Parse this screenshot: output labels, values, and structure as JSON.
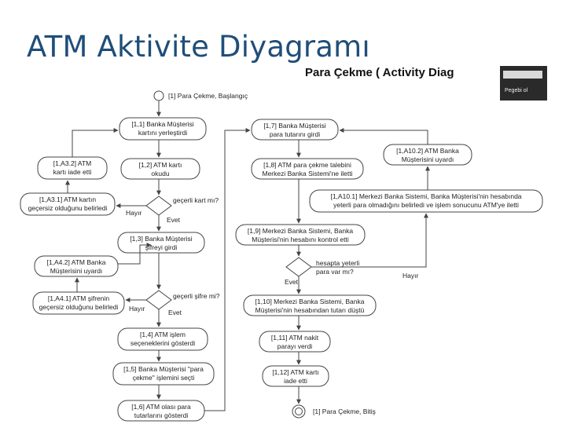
{
  "slide": {
    "title": "ATM Aktivite Diyagramı",
    "diagram_title": "Para Çekme ( Activity Diag",
    "thumbnail_label": "Pegebi ol"
  },
  "nodes": {
    "start": "[1] Para Çekme, Başlangıç",
    "n11a": "[1,1] Banka Müşterisi",
    "n11b": "kartını yerleştirdi",
    "n12a": "[1,2] ATM kartı",
    "n12b": "okudu",
    "a32a": "[1,A3.2] ATM",
    "a32b": "kartı iade etti",
    "a31a": "[1,A3.1] ATM kartın",
    "a31b": "geçersiz olduğunu belirledi",
    "g1": "geçerli kart mı?",
    "g1_no": "Hayır",
    "g1_yes": "Evet",
    "n13a": "[1,3] Banka Müşterisi",
    "n13b": "şifreyi girdi",
    "a42a": "[1,A4.2] ATM Banka",
    "a42b": "Müşterisini uyardı",
    "a41a": "[1,A4.1] ATM şifrenin",
    "a41b": "geçersiz olduğunu belirledi",
    "g2": "geçerli şifre mi?",
    "g2_no": "Hayır",
    "g2_yes": "Evet",
    "n14a": "[1,4] ATM işlem",
    "n14b": "seçeneklerini gösterdi",
    "n15a": "[1,5] Banka Müşterisi \"para",
    "n15b": "çekme\" işlemini seçti",
    "n16a": "[1,6] ATM olası para",
    "n16b": "tutarlarını gösterdi",
    "n17a": "[1,7] Banka Müşterisi",
    "n17b": "para tutarını girdi",
    "n18a": "[1,8] ATM para çekme talebini",
    "n18b": "Merkezi Banka Sistemi'ne iletti",
    "a102a": "[1,A10.2] ATM Banka",
    "a102b": "Müşterisini uyardı",
    "a101a": "[1,A10.1] Merkezi Banka Sistemi, Banka Müşterisi'nin hesabında",
    "a101b": "yeterli para olmadığını belirledi ve işlem sonucunu ATM'ye iletti",
    "n19a": "[1,9] Merkezi Banka Sistemi, Banka",
    "n19b": "Müşterisi'nin hesabını kontrol etti",
    "g3a": "hesapta yeterli",
    "g3b": "para var mı?",
    "g3_yes": "Evet",
    "g3_no": "Hayır",
    "n110a": "[1,10] Merkezi Banka Sistemi, Banka",
    "n110b": "Müşterisi'nin hesabından tutarı düştü",
    "n111a": "[1,11] ATM nakit",
    "n111b": "parayı verdi",
    "n112a": "[1,12] ATM kartı",
    "n112b": "iade etti",
    "end": "[1] Para Çekme, Bitiş"
  }
}
